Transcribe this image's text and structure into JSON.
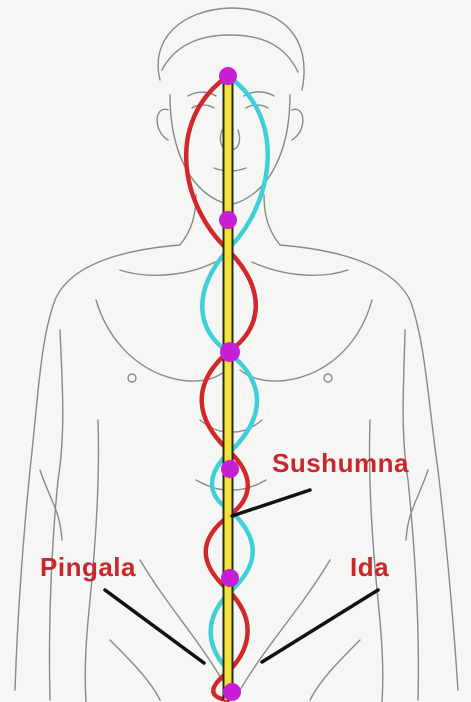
{
  "labels": {
    "sushumna": "Sushumna",
    "pingala": "Pingala",
    "ida": "Ida"
  },
  "colors": {
    "sushumna": "#f2e23a",
    "sushumna_edge": "#2a2a10",
    "pingala": "#d2282c",
    "ida": "#3ed0d8",
    "chakra": "#c81ed6",
    "label": "#c8282c",
    "outline": "#8a8a8a",
    "leader": "#111111"
  },
  "chakras": [
    "crown",
    "throat",
    "heart",
    "solar-plexus",
    "sacral",
    "root"
  ]
}
